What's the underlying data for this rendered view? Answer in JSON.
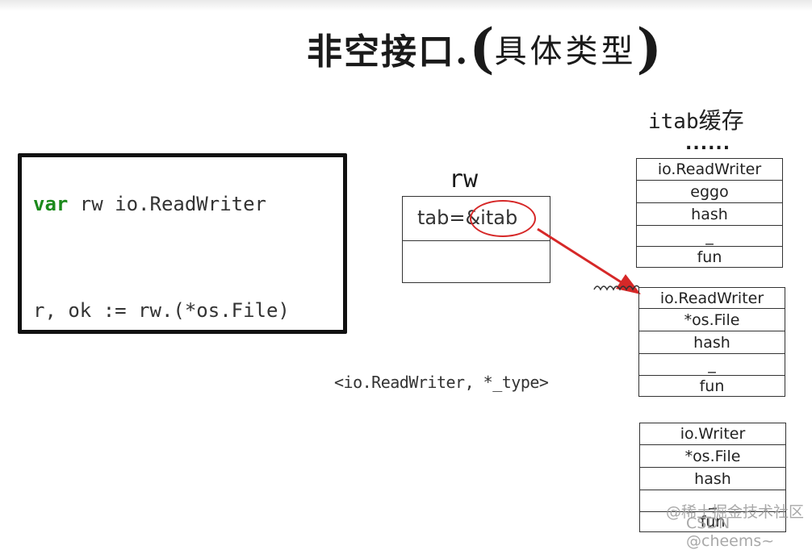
{
  "title": {
    "main": "非空接口.",
    "paren_open": "(",
    "sub": "具体类型",
    "paren_close": ")"
  },
  "code": {
    "line1_kw": "var",
    "line1_rest": " rw io.ReadWriter",
    "line2": "r, ok := rw.(*os.File)"
  },
  "rw": {
    "label": "rw",
    "tab_prefix": "tab=",
    "tab_ref": "&itab"
  },
  "tuple": "<io.ReadWriter, *_type>",
  "itab_cache": {
    "title_latin": "itab",
    "title_cjk": "缓存",
    "dots": "......",
    "tables": [
      {
        "cells": [
          "io.ReadWriter",
          "eggo",
          "hash",
          "_",
          "fun"
        ]
      },
      {
        "cells": [
          "io.ReadWriter",
          "*os.File",
          "hash",
          "_",
          "fun"
        ]
      },
      {
        "cells": [
          "io.Writer",
          "*os.File",
          "hash",
          "_",
          "fun"
        ]
      }
    ]
  },
  "watermark": {
    "line1": "@稀土掘金技术社区",
    "line2": "CSDN @cheems~"
  },
  "colors": {
    "keyword": "#1c8a1c",
    "highlight": "#d62828",
    "border": "#111111"
  }
}
